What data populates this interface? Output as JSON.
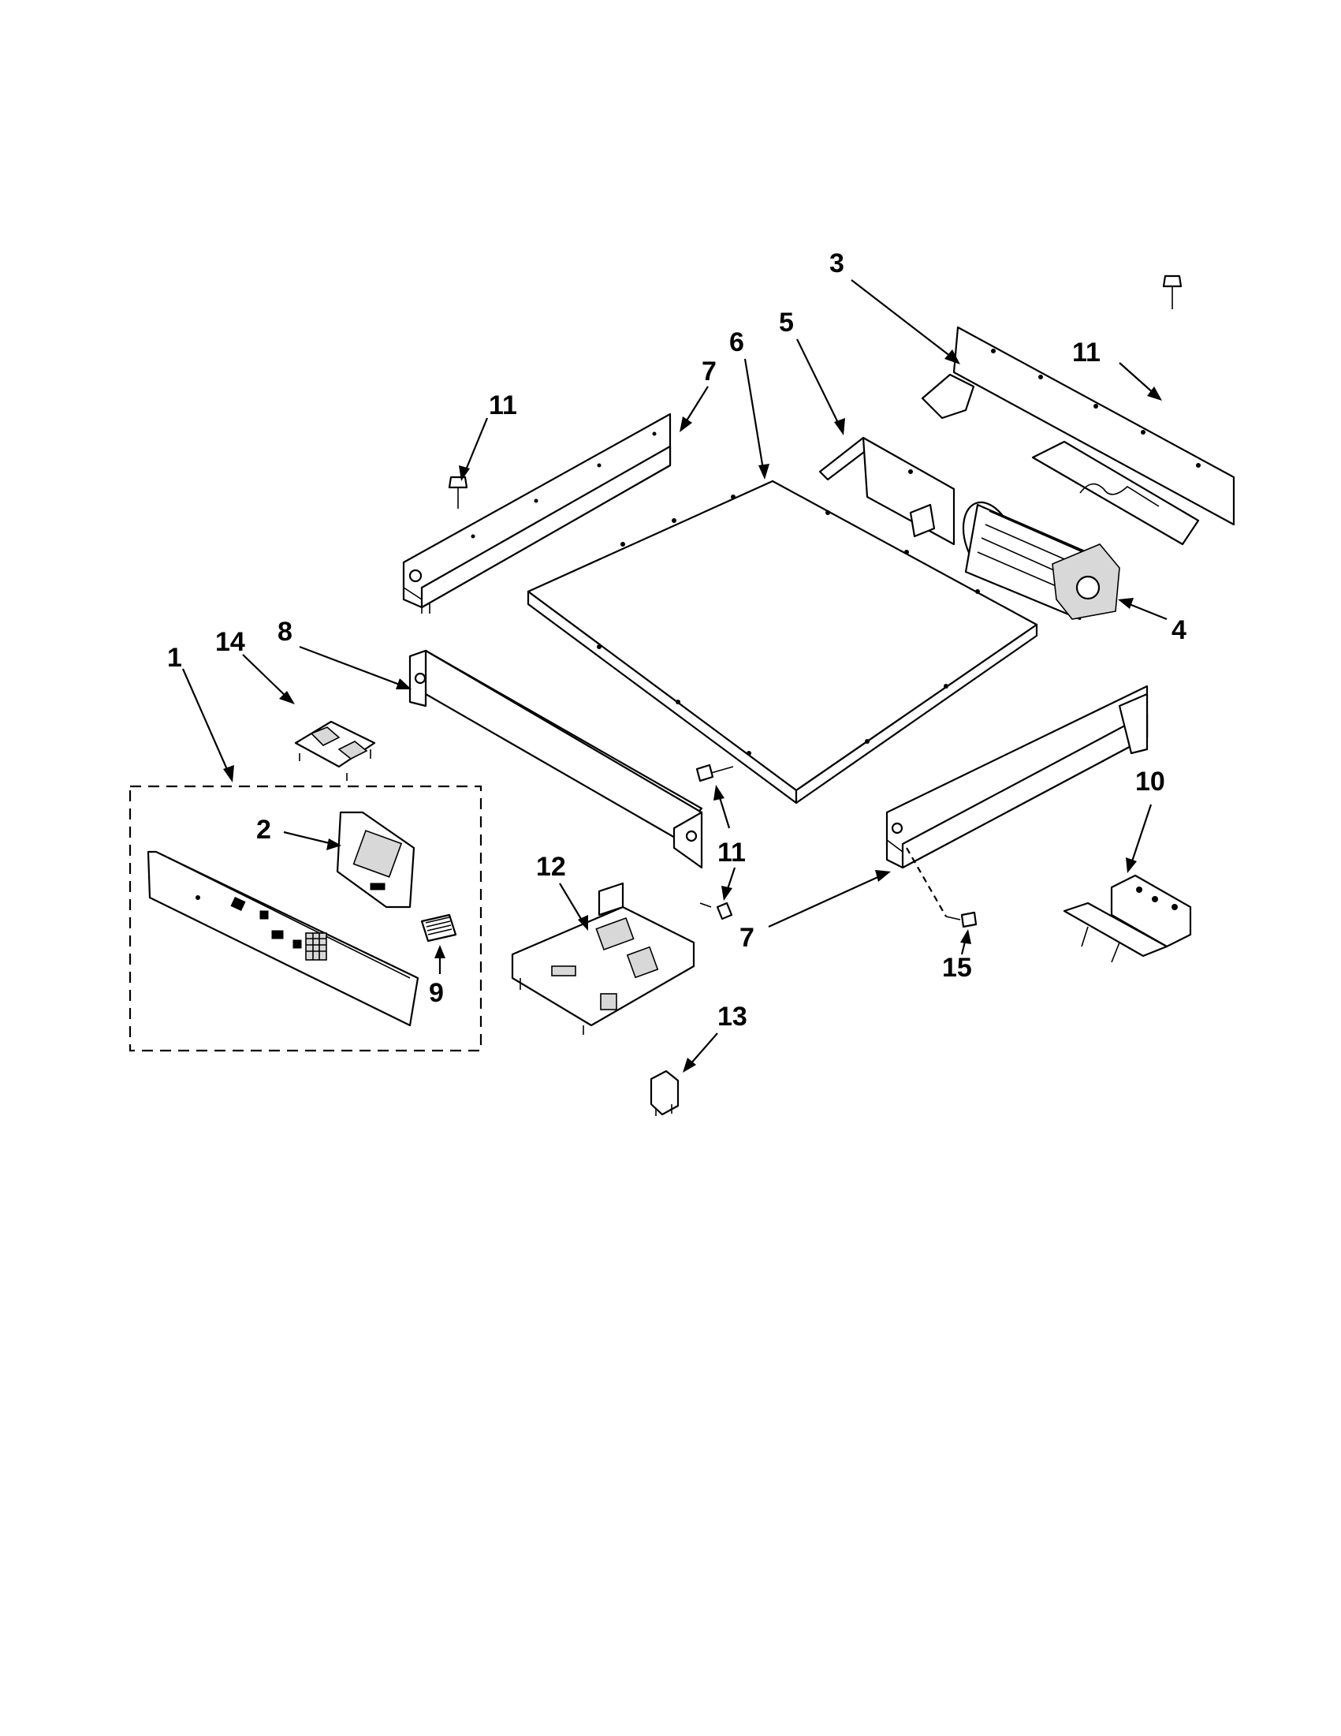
{
  "callouts": [
    {
      "id": "c1",
      "label": "1"
    },
    {
      "id": "c2",
      "label": "2"
    },
    {
      "id": "c3",
      "label": "3"
    },
    {
      "id": "c4",
      "label": "4"
    },
    {
      "id": "c5",
      "label": "5"
    },
    {
      "id": "c6",
      "label": "6"
    },
    {
      "id": "c7a",
      "label": "7"
    },
    {
      "id": "c7b",
      "label": "7"
    },
    {
      "id": "c8",
      "label": "8"
    },
    {
      "id": "c9",
      "label": "9"
    },
    {
      "id": "c10",
      "label": "10"
    },
    {
      "id": "c11a",
      "label": "11"
    },
    {
      "id": "c11b",
      "label": "11"
    },
    {
      "id": "c11c",
      "label": "11"
    },
    {
      "id": "c12",
      "label": "12"
    },
    {
      "id": "c13",
      "label": "13"
    },
    {
      "id": "c14",
      "label": "14"
    },
    {
      "id": "c15",
      "label": "15"
    }
  ]
}
